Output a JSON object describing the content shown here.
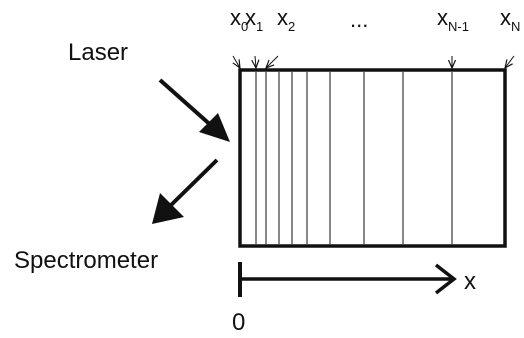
{
  "labels": {
    "laser": "Laser",
    "spectrometer": "Spectrometer",
    "axis_var": "x",
    "origin": "0",
    "ellipsis": "..."
  },
  "positions": [
    {
      "base": "x",
      "sub": "0"
    },
    {
      "base": "x",
      "sub": "1"
    },
    {
      "base": "x",
      "sub": "2"
    },
    {
      "base": "x",
      "sub": "N-1"
    },
    {
      "base": "x",
      "sub": "N"
    }
  ],
  "colors": {
    "ink": "#111111",
    "background": "#ffffff"
  }
}
